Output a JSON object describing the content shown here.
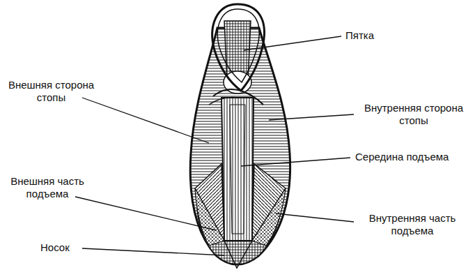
{
  "diagram": {
    "labels": [
      "Пятка",
      "Внешняя сторона стопы",
      "Внутренняя сторона стопы",
      "Середина подъема",
      "Внешняя часть подъема",
      "Внутренняя часть подъема",
      "Носок"
    ]
  }
}
